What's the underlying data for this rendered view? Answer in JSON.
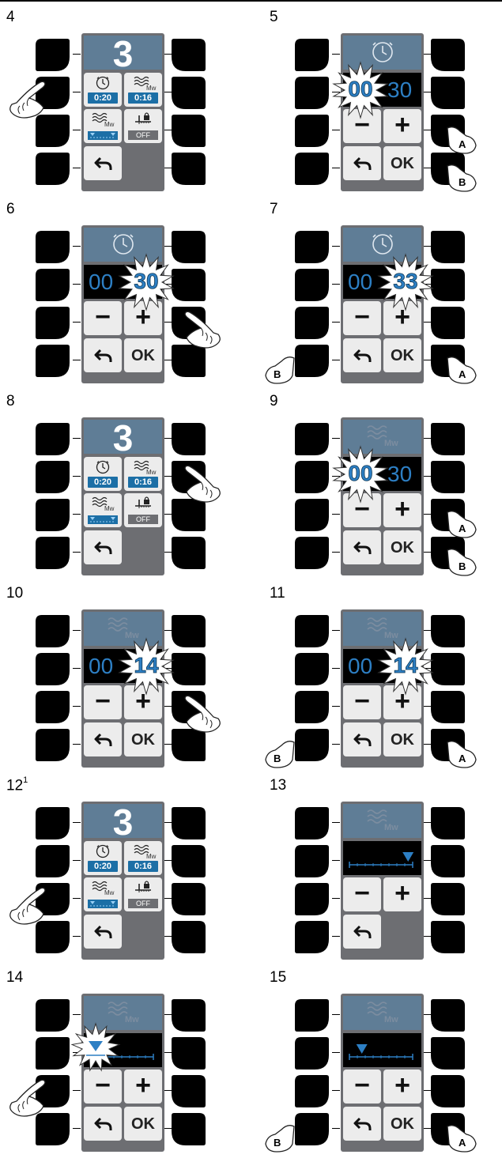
{
  "step_numbers": [
    "4",
    "5",
    "6",
    "7",
    "8",
    "9",
    "10",
    "11",
    "12",
    "13",
    "14",
    "15"
  ],
  "footnote_mark": "1",
  "menu_screen": {
    "program": "3",
    "timer_value": "0:20",
    "mw_value": "0:16",
    "mw_label": "Mw",
    "lock_value": "OFF"
  },
  "timer_screen": {
    "minutes": "00",
    "seconds_a": "30",
    "seconds_b": "33",
    "seconds_c": "14",
    "minus": "−",
    "plus": "+",
    "ok": "OK",
    "mw_label": "Mw"
  },
  "callouts": {
    "a": "A",
    "b": "B"
  },
  "icons": [
    "clock-icon",
    "microwave-waves-icon",
    "child-lock-icon",
    "back-arrow-icon",
    "pointing-hand-icon",
    "starburst-highlight"
  ]
}
